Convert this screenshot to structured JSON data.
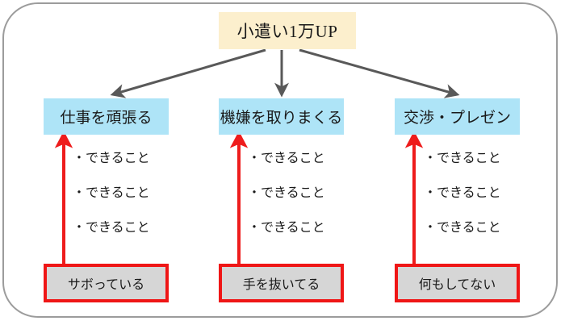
{
  "diagram": {
    "title_box": {
      "label": "小遣い1万UP",
      "fill": "#fcefcd"
    },
    "columns": [
      {
        "strategy": "仕事を頑張る",
        "bullets": [
          "・できること",
          "・できること",
          "・できること"
        ],
        "problem": "サボっている"
      },
      {
        "strategy": "機嫌を取りまくる",
        "bullets": [
          "・できること",
          "・できること",
          "・できること"
        ],
        "problem": "手を抜いてる"
      },
      {
        "strategy": "交渉・プレゼン",
        "bullets": [
          "・できること",
          "・できること",
          "・できること"
        ],
        "problem": "何もしてない"
      }
    ],
    "colors": {
      "goal_fill": "#fcefcd",
      "strategy_fill": "#aee4f7",
      "problem_fill": "#d6d6d6",
      "problem_border": "#ef1616",
      "down_arrow": "#595959",
      "up_arrow": "#ee1c1c",
      "frame_border": "#9c9c9c"
    }
  }
}
